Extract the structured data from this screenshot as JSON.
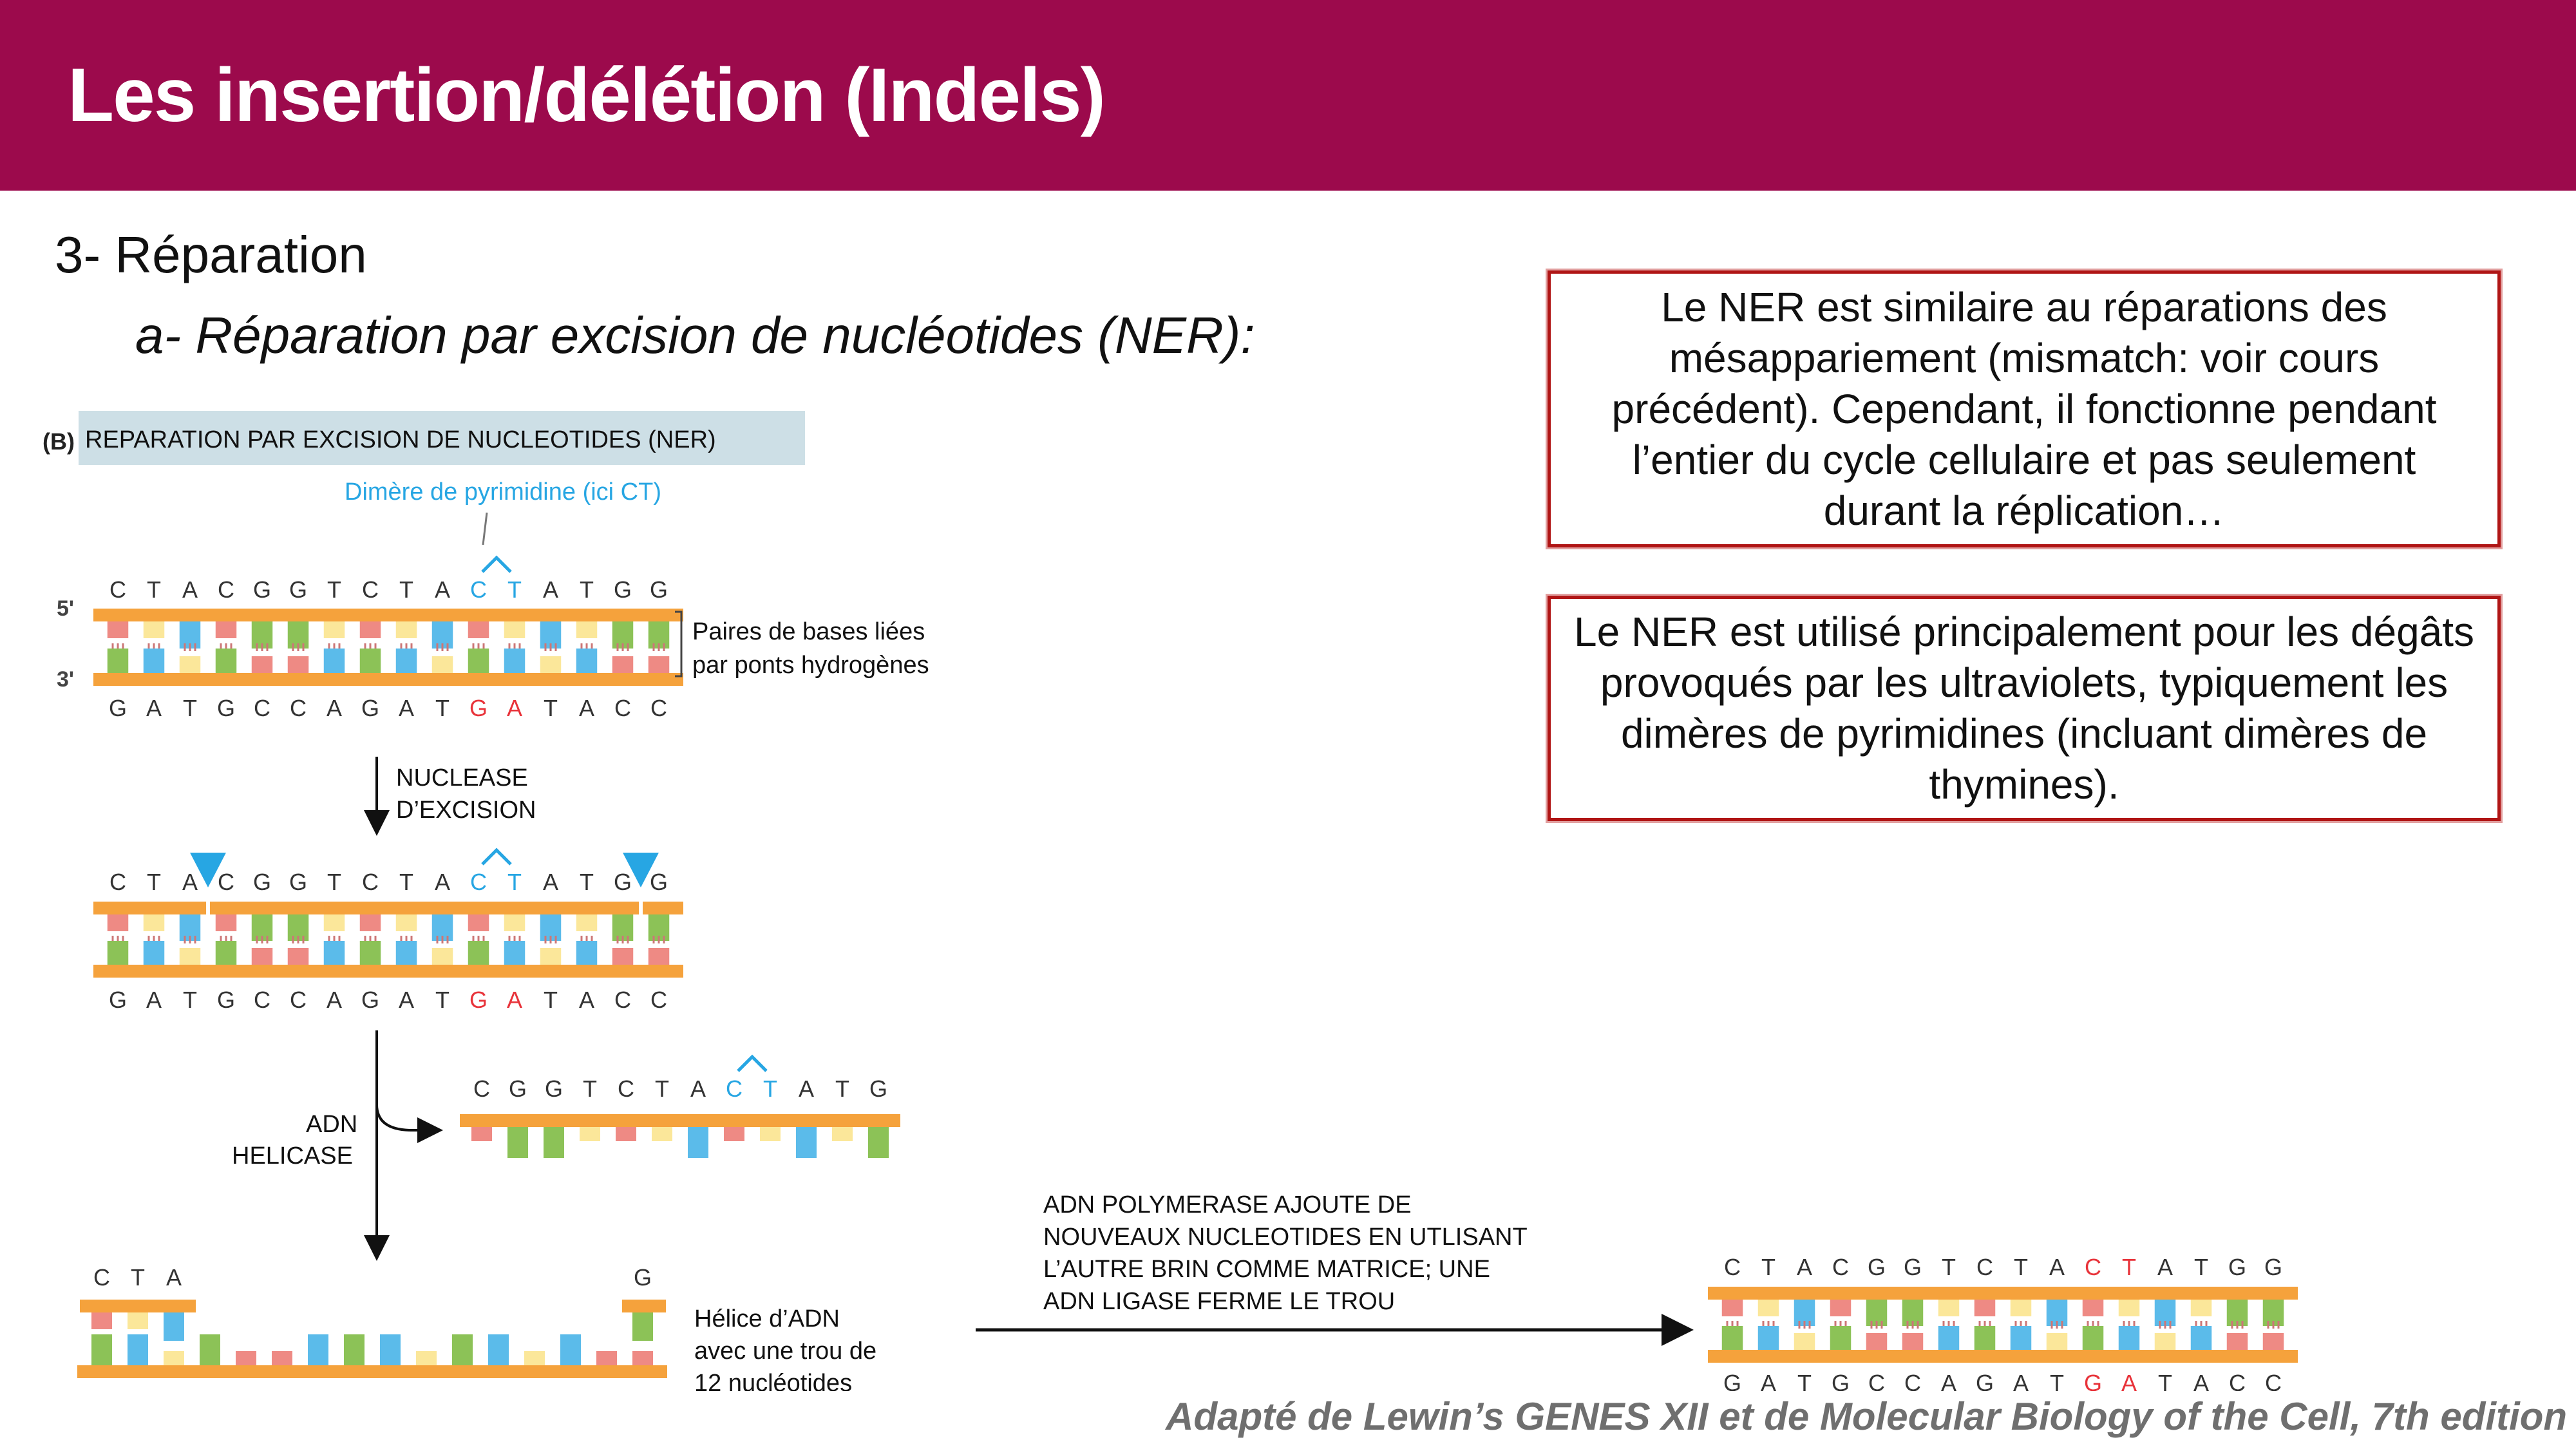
{
  "header": {
    "title": "Les insertion/délétion (Indels)"
  },
  "section": {
    "title": "3- Réparation",
    "subtitle": "a- Réparation par excision de nucléotides (NER):"
  },
  "notes": [
    "Le NER est similaire au réparations des mésappariement (mismatch: voir cours précédent). Cependant, il fonctionne pendant l’entier du cycle cellulaire et pas seulement durant la réplication…",
    "Le NER est utilisé principalement pour les dégâts provoqués par les ultraviolets, typiquement les dimères de pyrimidines (incluant dimères de thymines)."
  ],
  "figure": {
    "panel_letter": "(B)",
    "panel_title": "REPARATION PAR EXCISION DE NUCLEOTIDES (NER)",
    "dimer_label": "Dimère de pyrimidine (ici CT)",
    "end_5": "5'",
    "end_3": "3'",
    "top_seq": [
      "C",
      "T",
      "A",
      "C",
      "G",
      "G",
      "T",
      "C",
      "T",
      "A",
      "C",
      "T",
      "A",
      "T",
      "G",
      "G"
    ],
    "bottom_seq": [
      "G",
      "A",
      "T",
      "G",
      "C",
      "C",
      "A",
      "G",
      "A",
      "T",
      "G",
      "A",
      "T",
      "A",
      "C",
      "C"
    ],
    "excised_seq": [
      "C",
      "G",
      "G",
      "T",
      "C",
      "T",
      "A",
      "C",
      "T",
      "A",
      "T",
      "G"
    ],
    "gap_left_seq": [
      "C",
      "T",
      "A"
    ],
    "gap_right_seq": [
      "G"
    ],
    "pairs_label_line1": "Paires de bases liées",
    "pairs_label_line2": "par ponts hydrogènes",
    "step1_line1": "NUCLEASE",
    "step1_line2": "D’EXCISION",
    "step2_line1": "ADN",
    "step2_line2": "HELICASE",
    "gap_label_line1": "Hélice d’ADN",
    "gap_label_line2": "avec une trou de",
    "gap_label_line3": "12 nucléotides",
    "step3_line1": "ADN POLYMERASE AJOUTE DE",
    "step3_line2": "NOUVEAUX NUCLEOTIDES EN UTLISANT",
    "step3_line3": "L’AUTRE BRIN COMME MATRICE; UNE",
    "step3_line4": "ADN LIGASE FERME LE TROU"
  },
  "credit": "Adapté de Lewin’s GENES XII et de Molecular Biology of the Cell, 7th edition",
  "colors": {
    "header": "#9c0a4c",
    "backbone": "#f5a23c",
    "base_green": "#8cc257",
    "base_blue": "#5bbbea",
    "base_red": "#ee8a84",
    "base_yellow": "#fbe79a",
    "dimer": "#27a6e3",
    "mutant": "#e8333a"
  }
}
